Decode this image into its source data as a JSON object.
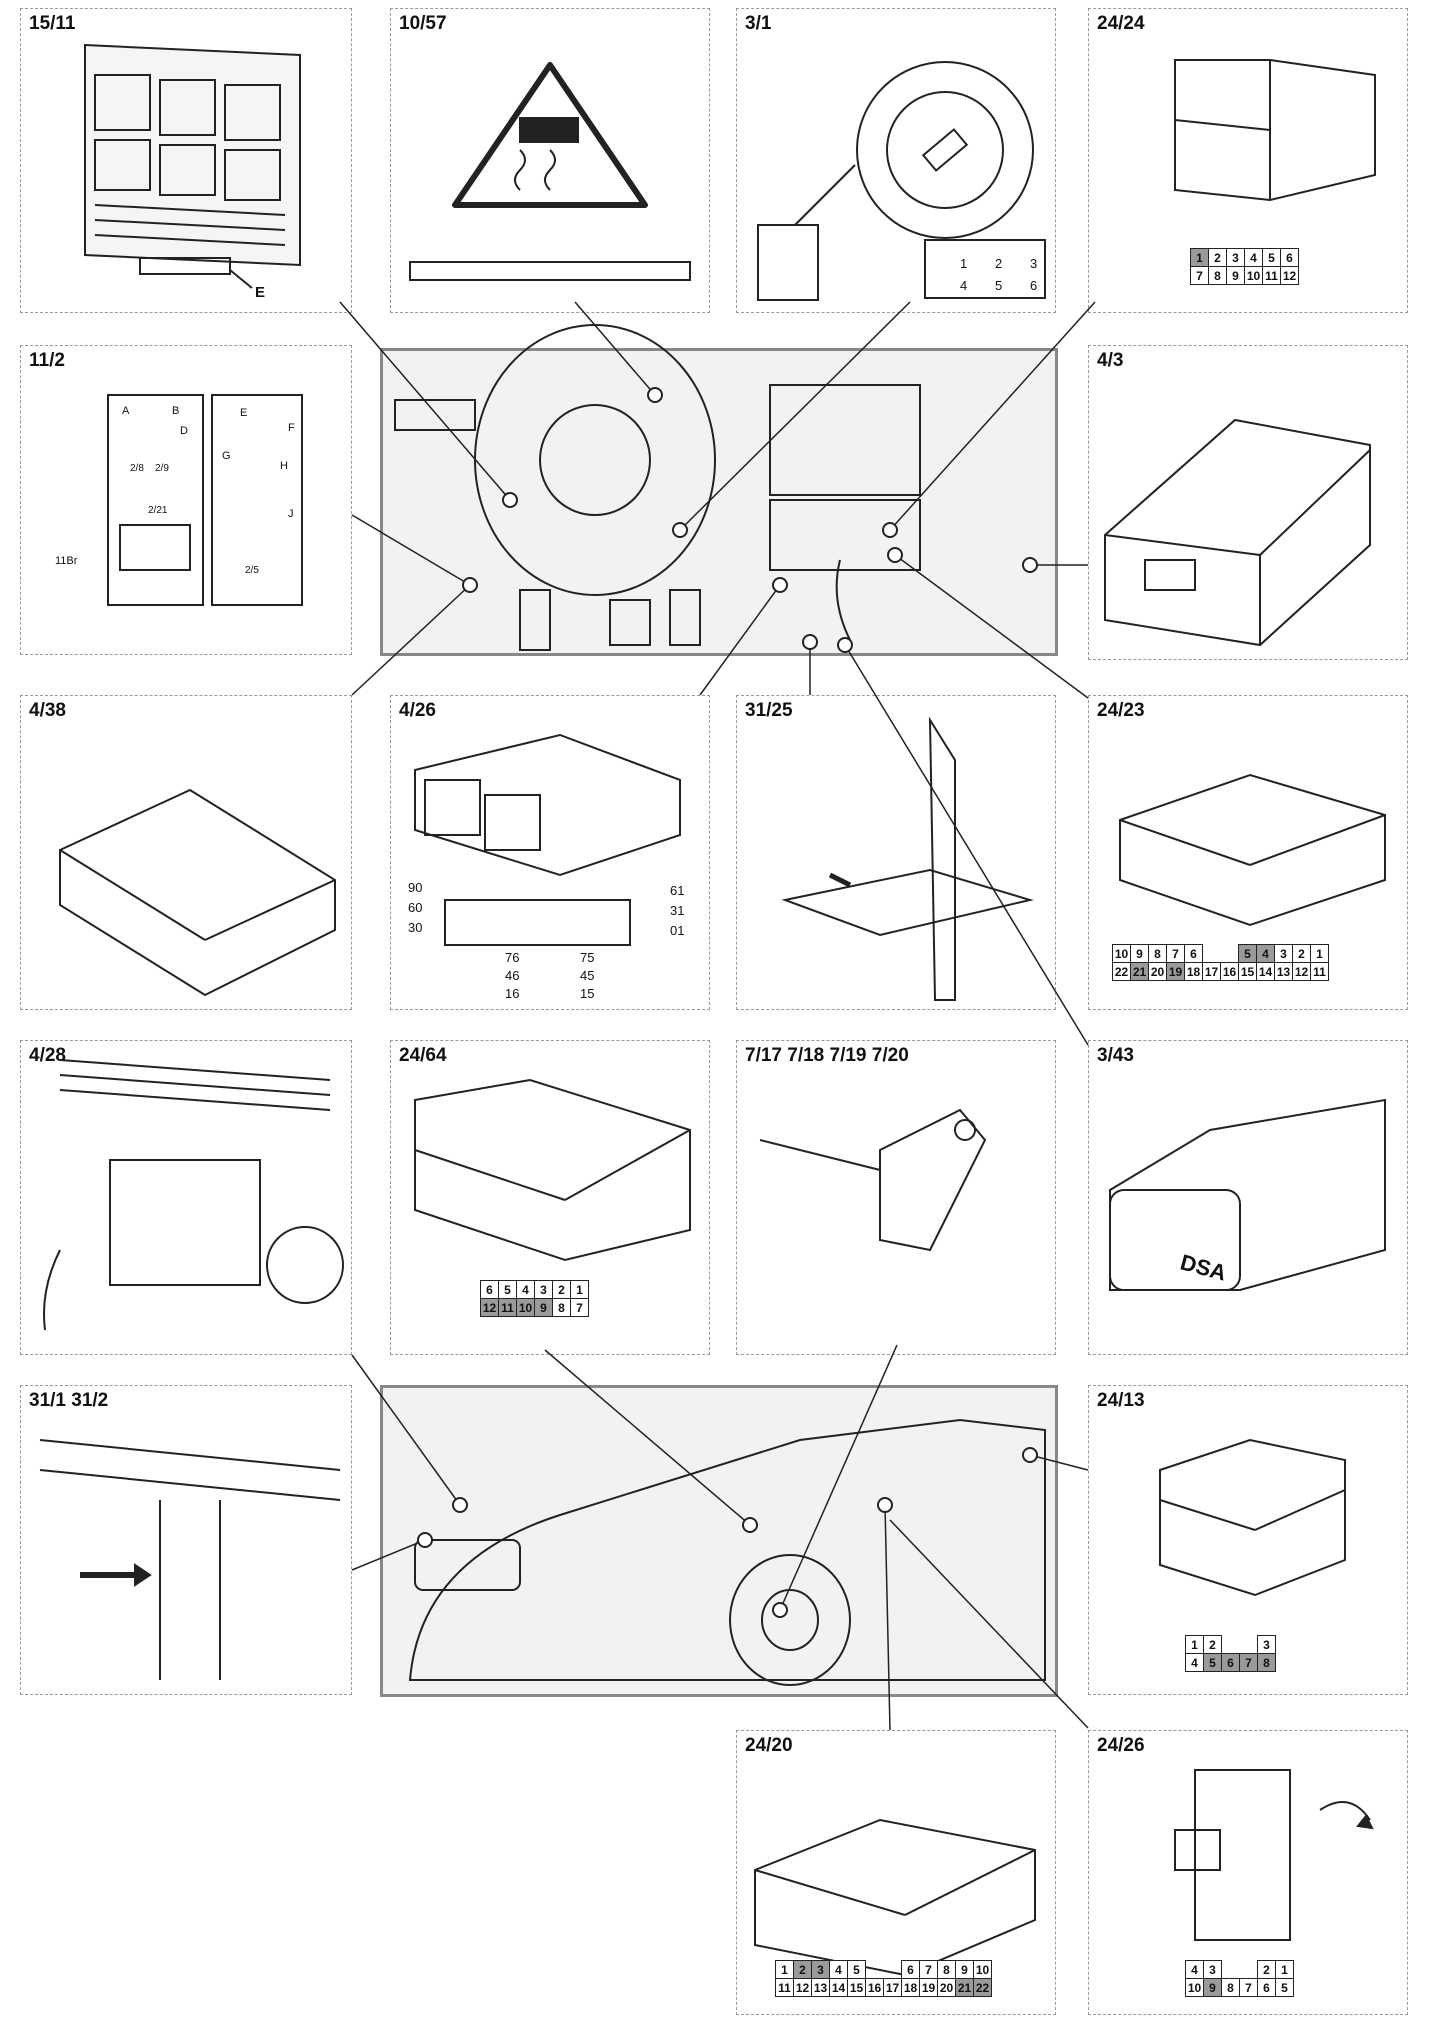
{
  "labels": {
    "p1511": "15/11",
    "p1057": "10/57",
    "p31": "3/1",
    "p2424": "24/24",
    "p112": "11/2",
    "p43": "4/3",
    "p438": "4/38",
    "p426": "4/26",
    "p3125": "31/25",
    "p2423": "24/23",
    "p428": "4/28",
    "p2464": "24/64",
    "p717": "7/17 7/18 7/19 7/20",
    "p343": "3/43",
    "p311": "31/1 31/2",
    "p2413": "24/13",
    "p2420": "24/20",
    "p2426": "24/26"
  },
  "callouts": {
    "e_label": "E",
    "fuse_11br": "11Br",
    "box_a": "A",
    "box_b": "B",
    "box_d": "D",
    "box_e": "E",
    "box_f": "F",
    "box_g": "G",
    "box_h": "H",
    "box_j": "J",
    "box_2_8": "2/8",
    "box_2_9": "2/9",
    "box_2_21": "2/21",
    "box_2_5": "2/5",
    "dsa_text": "DSA",
    "ecu_90": "90",
    "ecu_60": "60",
    "ecu_30": "30",
    "ecu_61": "61",
    "ecu_31": "31",
    "ecu_01": "01",
    "ecu_76": "76",
    "ecu_46": "46",
    "ecu_16": "16",
    "ecu_75": "75",
    "ecu_45": "45",
    "ecu_15": "15"
  },
  "switch_31": {
    "row1": [
      "1",
      "2",
      "3"
    ],
    "row2": [
      "4",
      "5",
      "6"
    ]
  },
  "pins": {
    "c2424": [
      [
        {
          "t": "1",
          "s": true
        },
        {
          "t": "2"
        },
        {
          "t": "3"
        },
        {
          "t": "4"
        },
        {
          "t": "5"
        },
        {
          "t": "6"
        }
      ],
      [
        {
          "t": "7"
        },
        {
          "t": "8"
        },
        {
          "t": "9"
        },
        {
          "t": "10"
        },
        {
          "t": "11"
        },
        {
          "t": "12"
        }
      ]
    ],
    "c2423": [
      [
        {
          "t": "10"
        },
        {
          "t": "9"
        },
        {
          "t": "8"
        },
        {
          "t": "7"
        },
        {
          "t": "6"
        },
        {
          "t": "",
          "b": true
        },
        {
          "t": "",
          "b": true
        },
        {
          "t": "5",
          "s": true
        },
        {
          "t": "4",
          "s": true
        },
        {
          "t": "3"
        },
        {
          "t": "2"
        },
        {
          "t": "1"
        }
      ],
      [
        {
          "t": "22"
        },
        {
          "t": "21",
          "s": true
        },
        {
          "t": "20"
        },
        {
          "t": "19",
          "s": true
        },
        {
          "t": "18"
        },
        {
          "t": "17"
        },
        {
          "t": "16"
        },
        {
          "t": "15"
        },
        {
          "t": "14"
        },
        {
          "t": "13"
        },
        {
          "t": "12"
        },
        {
          "t": "11"
        }
      ]
    ],
    "c2464": [
      [
        {
          "t": "6"
        },
        {
          "t": "5"
        },
        {
          "t": "4"
        },
        {
          "t": "3"
        },
        {
          "t": "2"
        },
        {
          "t": "1"
        }
      ],
      [
        {
          "t": "12",
          "s": true
        },
        {
          "t": "11",
          "s": true
        },
        {
          "t": "10",
          "s": true
        },
        {
          "t": "9",
          "s": true
        },
        {
          "t": "8"
        },
        {
          "t": "7"
        }
      ]
    ],
    "c2413": [
      [
        {
          "t": "1"
        },
        {
          "t": "2"
        },
        {
          "t": "",
          "b": true
        },
        {
          "t": "",
          "b": true
        },
        {
          "t": "3"
        }
      ],
      [
        {
          "t": "4"
        },
        {
          "t": "5",
          "s": true
        },
        {
          "t": "6",
          "s": true
        },
        {
          "t": "7",
          "s": true
        },
        {
          "t": "8",
          "s": true
        }
      ]
    ],
    "c2420": [
      [
        {
          "t": "1"
        },
        {
          "t": "2",
          "s": true
        },
        {
          "t": "3",
          "s": true
        },
        {
          "t": "4"
        },
        {
          "t": "5"
        },
        {
          "t": "",
          "b": true
        },
        {
          "t": "",
          "b": true
        },
        {
          "t": "6"
        },
        {
          "t": "7"
        },
        {
          "t": "8"
        },
        {
          "t": "9"
        },
        {
          "t": "10"
        }
      ],
      [
        {
          "t": "11"
        },
        {
          "t": "12"
        },
        {
          "t": "13"
        },
        {
          "t": "14"
        },
        {
          "t": "15"
        },
        {
          "t": "16"
        },
        {
          "t": "17"
        },
        {
          "t": "18"
        },
        {
          "t": "19"
        },
        {
          "t": "20"
        },
        {
          "t": "21",
          "s": true
        },
        {
          "t": "22",
          "s": true
        }
      ]
    ],
    "c2426": [
      [
        {
          "t": "4"
        },
        {
          "t": "3"
        },
        {
          "t": "",
          "b": true
        },
        {
          "t": "",
          "b": true
        },
        {
          "t": "2"
        },
        {
          "t": "1"
        }
      ],
      [
        {
          "t": "10"
        },
        {
          "t": "9",
          "s": true
        },
        {
          "t": "8"
        },
        {
          "t": "7"
        },
        {
          "t": "6"
        },
        {
          "t": "5"
        }
      ]
    ]
  }
}
